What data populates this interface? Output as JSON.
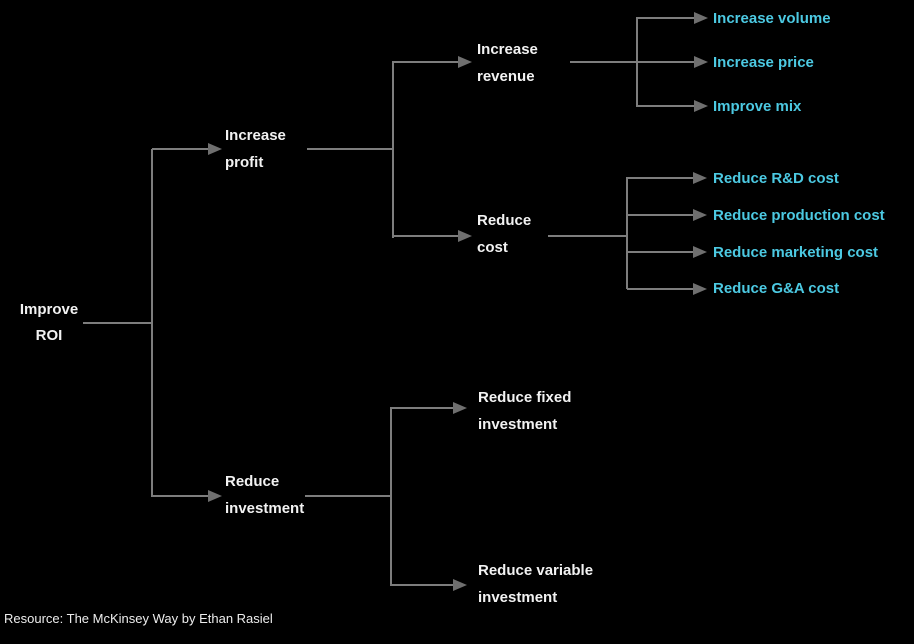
{
  "diagram_title": "Improve ROI issue tree",
  "colors": {
    "background": "#000000",
    "connector": "#7d7d7d",
    "arrowhead": "#6f6f6f",
    "branch_text": "#f2f2f2",
    "leaf_text": "#4cc9e2"
  },
  "nodes": {
    "improve_roi": {
      "line1": "Improve",
      "line2": "ROI"
    },
    "increase_profit": {
      "line1": "Increase",
      "line2": "profit"
    },
    "reduce_investment": {
      "line1": "Reduce",
      "line2": "investment"
    },
    "increase_revenue": {
      "line1": "Increase",
      "line2": "revenue"
    },
    "reduce_cost": {
      "line1": "Reduce",
      "line2": "cost"
    },
    "reduce_fixed_investment": {
      "line1": "Reduce fixed",
      "line2": "investment"
    },
    "reduce_variable_investment": {
      "line1": "Reduce variable",
      "line2": "investment"
    },
    "increase_volume": {
      "label": "Increase volume"
    },
    "increase_price": {
      "label": "Increase price"
    },
    "improve_mix": {
      "label": "Improve mix"
    },
    "reduce_rnd_cost": {
      "label": "Reduce R&D cost"
    },
    "reduce_production_cost": {
      "label": "Reduce production cost"
    },
    "reduce_marketing_cost": {
      "label": "Reduce marketing cost"
    },
    "reduce_ga_cost": {
      "label": "Reduce G&A cost"
    }
  },
  "footer": {
    "text": "Resource: The McKinsey Way by Ethan Rasiel"
  }
}
